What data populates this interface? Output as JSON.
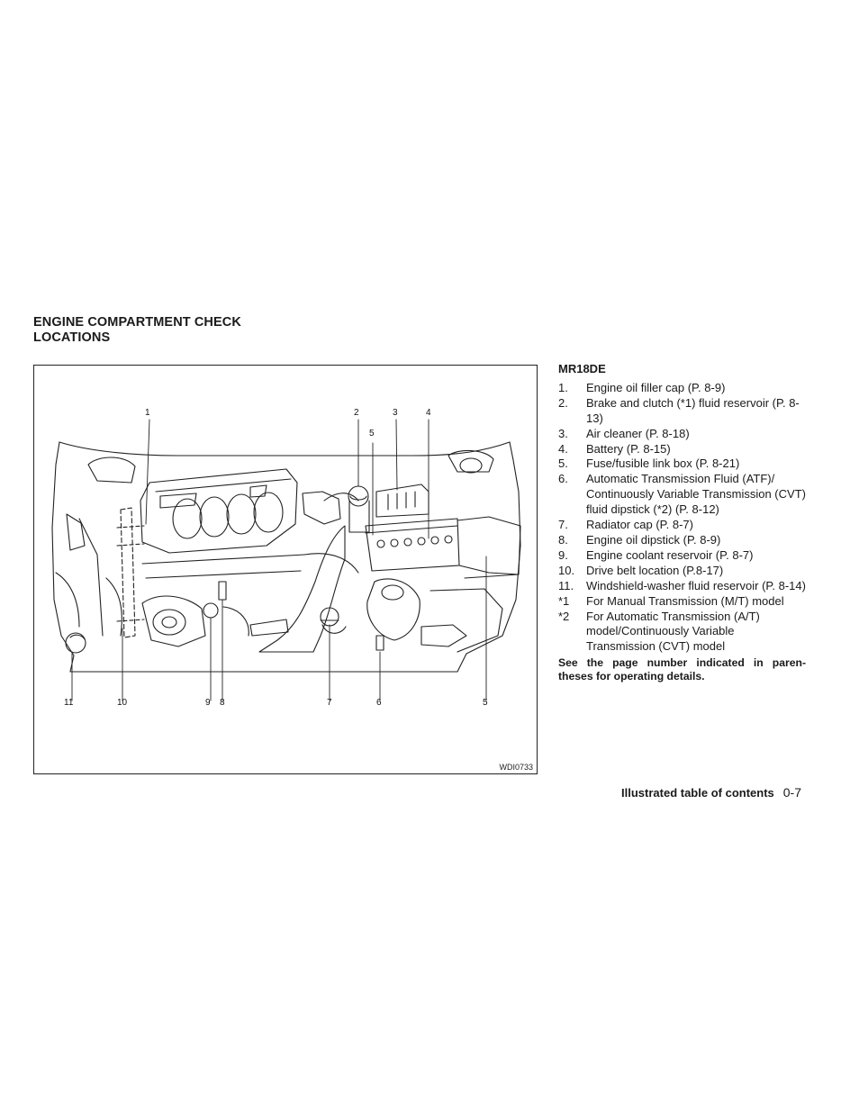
{
  "heading": {
    "line1": "ENGINE COMPARTMENT CHECK",
    "line2": "LOCATIONS"
  },
  "figure": {
    "code": "WDI0733",
    "callouts": [
      "1",
      "2",
      "3",
      "4",
      "5",
      "5",
      "6",
      "7",
      "8",
      "9",
      "10",
      "11"
    ]
  },
  "legend": {
    "model": "MR18DE",
    "items": [
      {
        "num": "1.",
        "text": "Engine oil filler cap (P. 8-9)"
      },
      {
        "num": "2.",
        "text": "Brake and clutch (*1) fluid reservoir (P. 8-13)"
      },
      {
        "num": "3.",
        "text": "Air cleaner (P. 8-18)"
      },
      {
        "num": "4.",
        "text": "Battery (P. 8-15)"
      },
      {
        "num": "5.",
        "text": "Fuse/fusible link box (P. 8-21)"
      },
      {
        "num": "6.",
        "text": "Automatic Transmission Fluid (ATF)/ Continuously Variable Transmission (CVT) fluid dipstick (*2) (P. 8-12)"
      },
      {
        "num": "7.",
        "text": "Radiator cap (P. 8-7)"
      },
      {
        "num": "8.",
        "text": "Engine oil dipstick (P. 8-9)"
      },
      {
        "num": "9.",
        "text": "Engine coolant reservoir (P. 8-7)"
      },
      {
        "num": "10.",
        "text": "Drive belt location (P.8-17)"
      },
      {
        "num": "11.",
        "text": "Windshield-washer fluid reservoir (P. 8-14)"
      },
      {
        "num": "*1",
        "text": "For Manual Transmission (M/T) model"
      },
      {
        "num": "*2",
        "text": "For Automatic Transmission (A/T) model/Continuously Variable Transmission (CVT) model"
      }
    ],
    "note": "See the page number indicated in paren- theses for operating details."
  },
  "footer": {
    "section": "Illustrated table of contents",
    "page": "0-7"
  }
}
